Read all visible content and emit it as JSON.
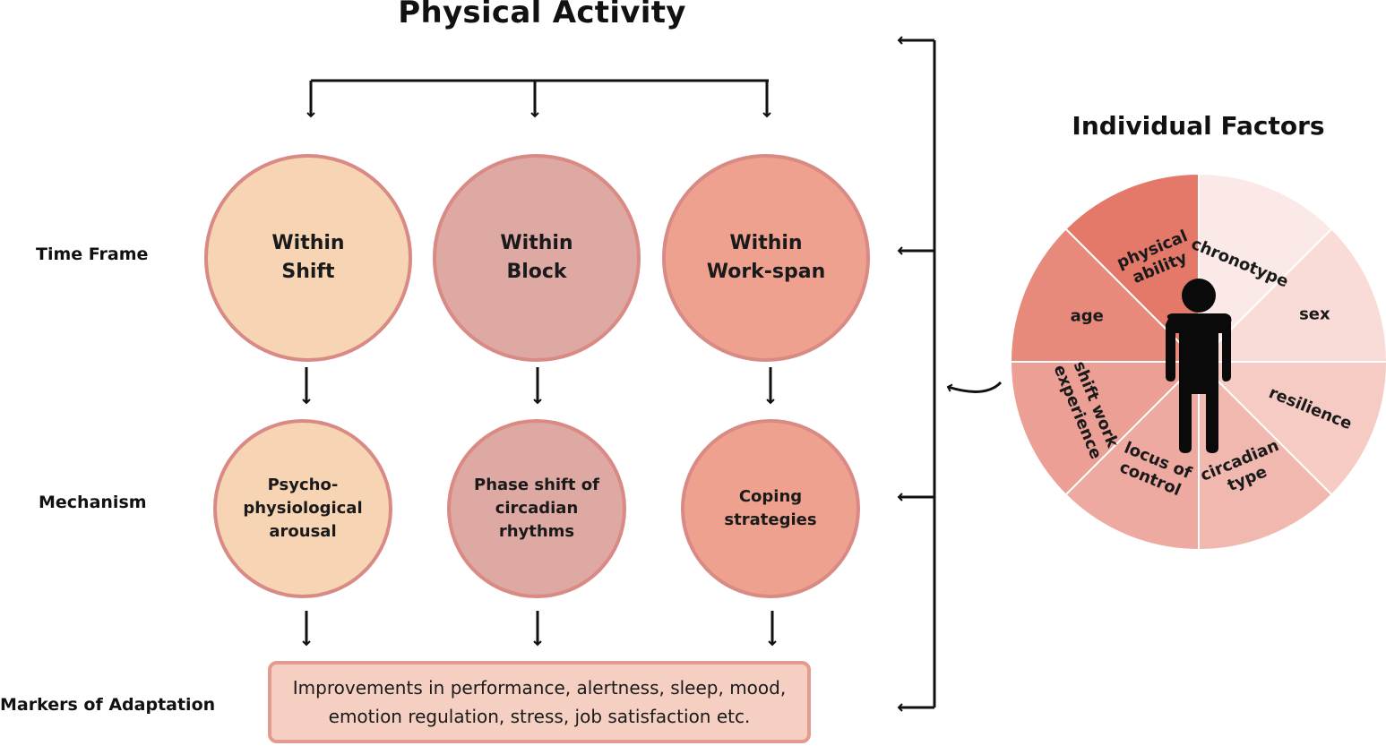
{
  "title": "Physical Activity",
  "individual_factors_title": "Individual Factors",
  "row_labels": {
    "time_frame": "Time Frame",
    "mechanism": "Mechanism",
    "markers": "Markers of Adaptation"
  },
  "time_frames": [
    {
      "label": "Within\nShift",
      "color": "#f6d4b4"
    },
    {
      "label": "Within\nBlock",
      "color": "#dea8a3"
    },
    {
      "label": "Within\nWork-span",
      "color": "#efa18f"
    }
  ],
  "mechanisms": [
    {
      "label": "Psycho-\nphysiological\narousal",
      "color": "#f6d4b4"
    },
    {
      "label": "Phase shift of\ncircadian\nrhythms",
      "color": "#dea8a3"
    },
    {
      "label": "Coping\nstrategies",
      "color": "#efa18f"
    }
  ],
  "markers_text": "Improvements in performance, alertness, sleep, mood,\nemotion regulation, stress, job satisfaction etc.",
  "factors": [
    {
      "label": "chronotype",
      "color": "#fbe9e7"
    },
    {
      "label": "sex",
      "color": "#f9dcd7"
    },
    {
      "label": "resilience",
      "color": "#f5cbc4"
    },
    {
      "label": "circadian type",
      "color": "#f1b8b0"
    },
    {
      "label": "locus of control",
      "color": "#eeaaa1"
    },
    {
      "label": "shift work experience",
      "color": "#eb9f95"
    },
    {
      "label": "age",
      "color": "#e78a7c"
    },
    {
      "label": "physical ability",
      "color": "#e47869"
    }
  ],
  "colors": {
    "circle_border": "#d98a84",
    "line": "#111111",
    "person": "#0a0a0a"
  }
}
